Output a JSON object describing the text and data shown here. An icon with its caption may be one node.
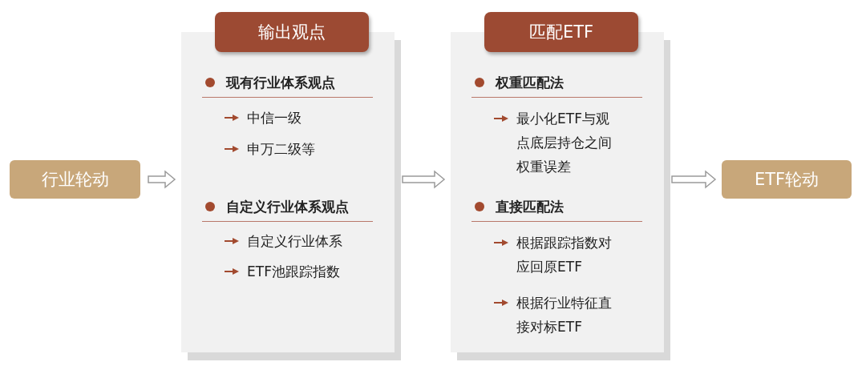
{
  "diagram": {
    "nodes": [
      {
        "text": [
          "行业轮动"
        ]
      },
      {
        "text": [
          "现有行业体系观点",
          "中信一级",
          "申万二级等",
          "自定义行业体系观点",
          "自定义行业体系",
          "ETF池跟踪指数"
        ]
      },
      {
        "text": [
          "输出观点"
        ]
      },
      {
        "text": [
          "权重匹配法",
          "最小化ETF与观点底层持仓之间权重误差",
          "直接匹配法",
          "根据跟踪指数对应回原ETF",
          "根据行业特征直接对标ETF"
        ]
      },
      {
        "text": [
          "匹配ETF"
        ]
      },
      {
        "text": [
          "ETF轮动"
        ]
      }
    ],
    "edges": [
      {
        "from": 0,
        "to": 1,
        "arrow": "to"
      },
      {
        "from": 1,
        "to": 3,
        "arrow": "to"
      },
      {
        "from": 3,
        "to": 5,
        "arrow": "to"
      }
    ]
  }
}
